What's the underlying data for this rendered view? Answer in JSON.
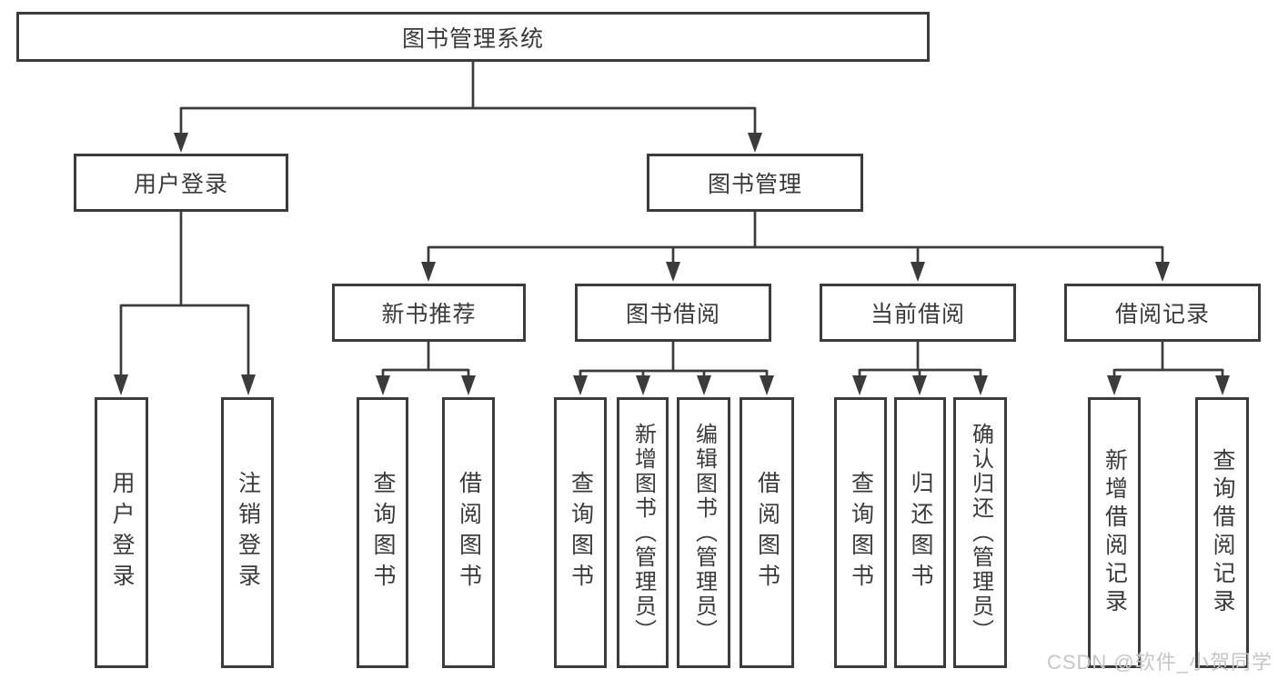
{
  "diagram": {
    "title": "图书管理系统",
    "root": {
      "label": "图书管理系统"
    },
    "level2": [
      {
        "label": "用户登录"
      },
      {
        "label": "图书管理"
      }
    ],
    "level3": [
      {
        "label": "新书推荐",
        "parent": "图书管理"
      },
      {
        "label": "图书借阅",
        "parent": "图书管理"
      },
      {
        "label": "当前借阅",
        "parent": "图书管理"
      },
      {
        "label": "借阅记录",
        "parent": "图书管理"
      }
    ],
    "leaves": [
      {
        "label": "用户登录",
        "parent": "用户登录"
      },
      {
        "label": "注销登录",
        "parent": "用户登录"
      },
      {
        "label": "查询图书",
        "parent": "新书推荐"
      },
      {
        "label": "借阅图书",
        "parent": "新书推荐"
      },
      {
        "label": "查询图书",
        "parent": "图书借阅"
      },
      {
        "label": "新增图书（管理员）",
        "parent": "图书借阅"
      },
      {
        "label": "编辑图书（管理员）",
        "parent": "图书借阅"
      },
      {
        "label": "借阅图书",
        "parent": "图书借阅"
      },
      {
        "label": "查询图书",
        "parent": "当前借阅"
      },
      {
        "label": "归还图书",
        "parent": "当前借阅"
      },
      {
        "label": "确认归还（管理员）",
        "parent": "当前借阅"
      },
      {
        "label": "新增借阅记录",
        "parent": "借阅记录"
      },
      {
        "label": "查询借阅记录",
        "parent": "借阅记录"
      }
    ],
    "watermark": "CSDN @软件_小贺同学",
    "colors": {
      "line": "#3b3b3b",
      "text": "#3a3a3a",
      "box_background": "#ffffff",
      "watermark": "#c6c6c6"
    }
  }
}
